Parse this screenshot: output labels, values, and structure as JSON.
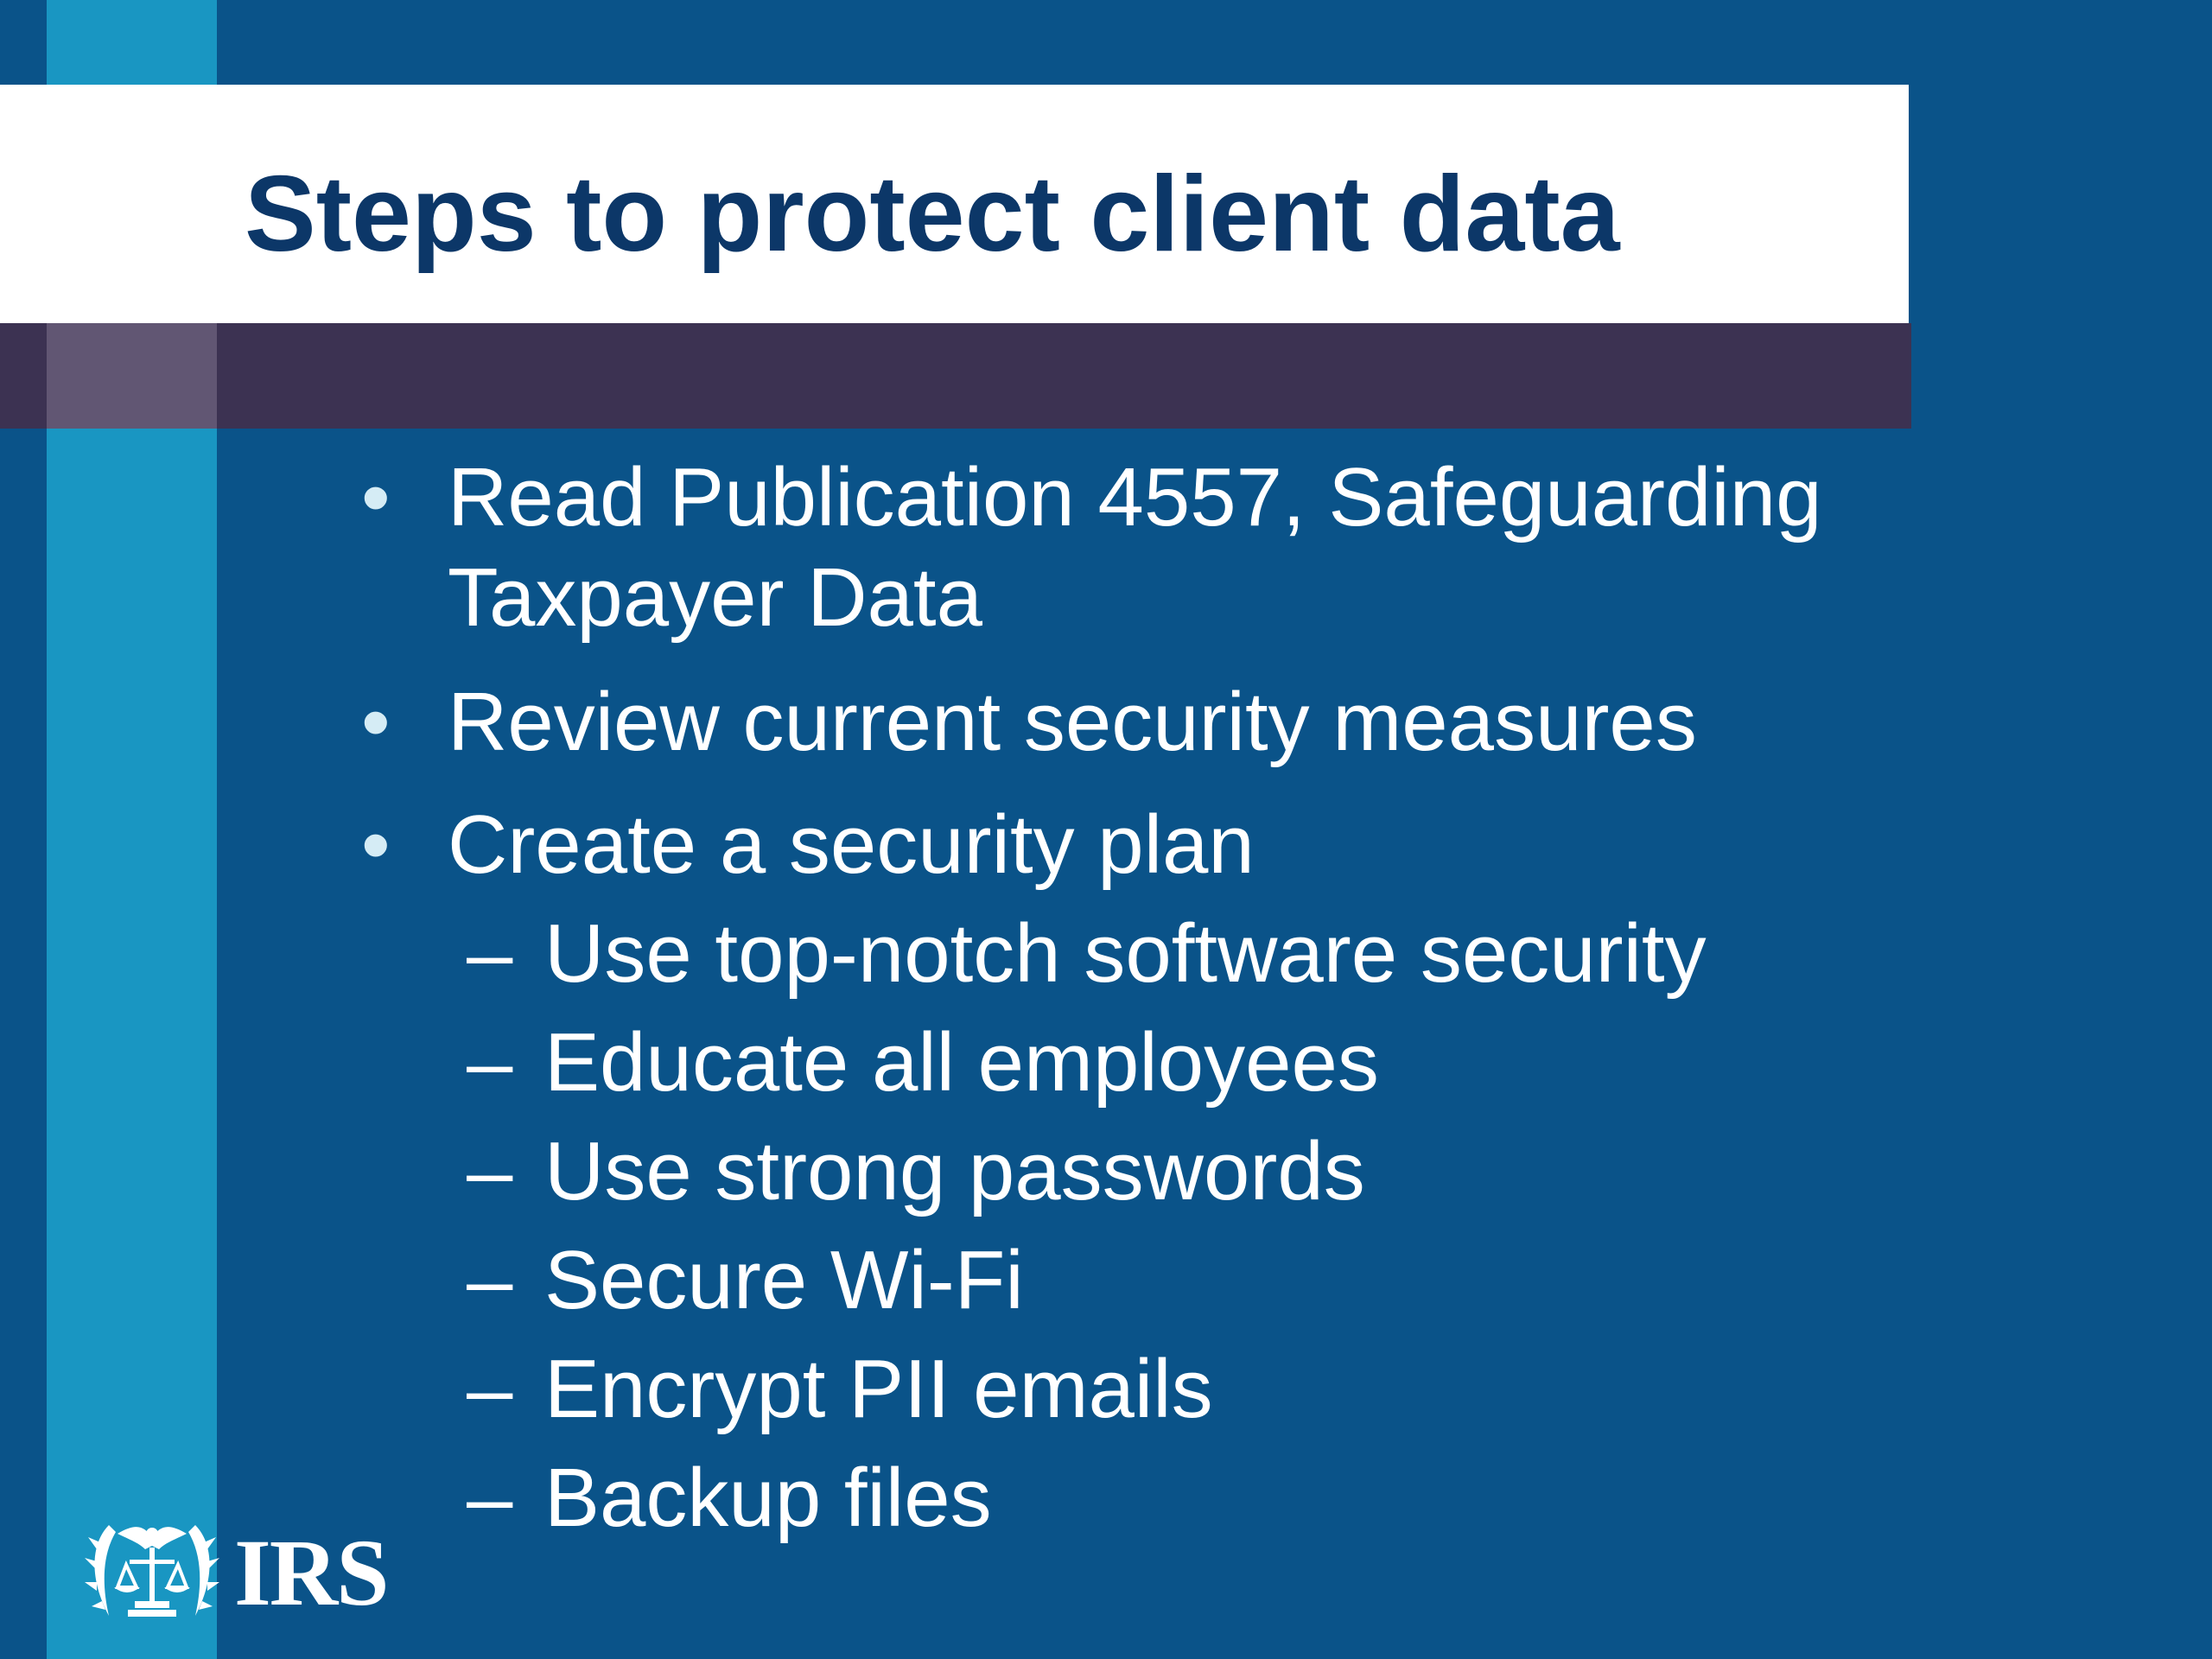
{
  "slide": {
    "title": "Steps to protect client data",
    "bullets": [
      {
        "symbol": "•",
        "lines": [
          "Read Publication 4557, Safeguarding",
          "Taxpayer Data"
        ]
      },
      {
        "symbol": "•",
        "lines": [
          "Review current security measures"
        ]
      },
      {
        "symbol": "•",
        "lines": [
          "Create a security plan"
        ]
      }
    ],
    "sub_bullets": [
      {
        "symbol": "–",
        "text": "Use top-notch software security"
      },
      {
        "symbol": "–",
        "text": "Educate all employees"
      },
      {
        "symbol": "–",
        "text": "Use strong passwords"
      },
      {
        "symbol": "–",
        "text": "Secure Wi-Fi"
      },
      {
        "symbol": "–",
        "text": "Encrypt PII emails"
      },
      {
        "symbol": "–",
        "text": "Backup files"
      }
    ]
  },
  "logo": {
    "icon": "irs-eagle-seal-icon",
    "text": "IRS"
  },
  "colors": {
    "background": "#0a5389",
    "stripe": "#1996c2",
    "title_band": "#ffffff",
    "title_text": "#0c3768",
    "shadow_band": "#3c3252",
    "body_text": "#ffffff",
    "bullet_dot": "#d5ecf5"
  }
}
